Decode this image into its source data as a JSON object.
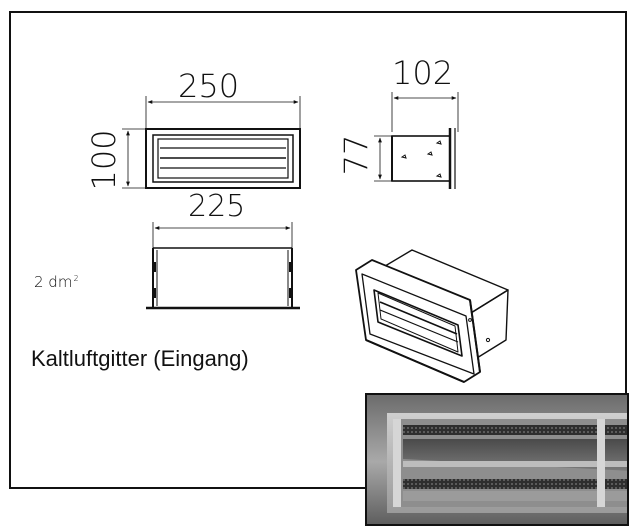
{
  "dimensions": {
    "front_width": "250",
    "front_height": "100",
    "side_depth": "102",
    "side_height": "77",
    "bottom_width": "225"
  },
  "area": {
    "value": "2 dm",
    "exponent": "2"
  },
  "caption": "Kaltluftgitter (Eingang)"
}
